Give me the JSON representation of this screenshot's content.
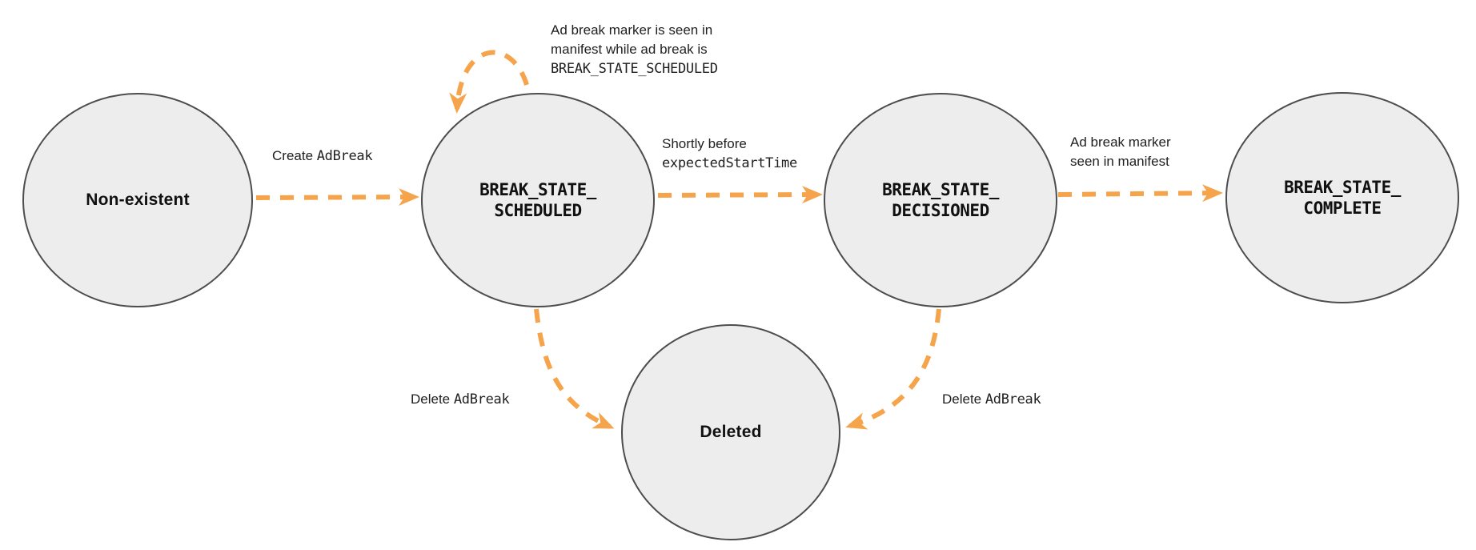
{
  "colors": {
    "arrow": "#F6A44B",
    "node_fill": "#EDEDED",
    "node_stroke": "#4D4D4D",
    "text": "#1F1F1F"
  },
  "nodes": {
    "non_existent": {
      "label": "Non-existent"
    },
    "scheduled": {
      "line1": "BREAK_STATE_",
      "line2": "SCHEDULED"
    },
    "decisioned": {
      "line1": "BREAK_STATE_",
      "line2": "DECISIONED"
    },
    "complete": {
      "line1": "BREAK_STATE_",
      "line2": "COMPLETE"
    },
    "deleted": {
      "label": "Deleted"
    }
  },
  "edges": {
    "create": {
      "prefix": "Create ",
      "code": "AdBreak"
    },
    "self_loop": {
      "line1": "Ad break marker is seen in",
      "line2": "manifest while ad break is",
      "line3": "BREAK_STATE_SCHEDULED"
    },
    "to_decisioned": {
      "line1": "Shortly before",
      "code": "expectedStartTime"
    },
    "to_complete": {
      "line1": "Ad break marker",
      "line2": "seen in manifest"
    },
    "delete_from_scheduled": {
      "prefix": "Delete ",
      "code": "AdBreak"
    },
    "delete_from_decisioned": {
      "prefix": "Delete ",
      "code": "AdBreak"
    }
  }
}
